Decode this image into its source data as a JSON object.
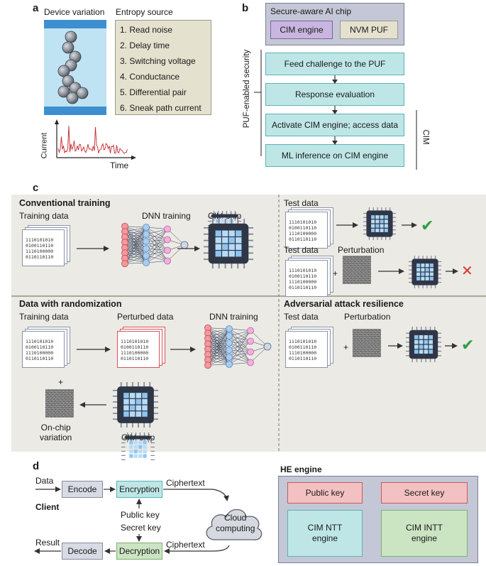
{
  "panel_a": {
    "label": "a",
    "device_title": "Device variation",
    "entropy_title": "Entropy source",
    "entropy_items": [
      "1. Read noise",
      "2. Delay time",
      "3. Switching voltage",
      "4. Conductance",
      "5. Differential pair",
      "6. Sneak path current"
    ],
    "plot_ylabel": "Current",
    "plot_xlabel": "Time"
  },
  "panel_b": {
    "label": "b",
    "chip_title": "Secure-aware AI chip",
    "cim_engine": "CIM engine",
    "nvm_puf": "NVM PUF",
    "side_label": "PUF-enabled security",
    "steps": [
      "Feed challenge to the PUF",
      "Response evaluation",
      "Activate CIM engine; access data",
      "ML inference on CIM engine"
    ],
    "cim_label": "CIM"
  },
  "panel_c": {
    "label": "c",
    "conv_title": "Conventional training",
    "training_data": "Training data",
    "dnn_training": "DNN training",
    "cim_chip": "CIM chip",
    "test_data": "Test data",
    "perturbation": "Perturbation",
    "rand_title": "Data with randomization",
    "perturbed_data": "Perturbed data",
    "adv_title": "Adversarial attack resilience",
    "plus": "+",
    "onchip_variation": "On-chip\nvariation",
    "bits": "1110101010\n0100110110\n1110100000\n0110110110",
    "check": "✔",
    "cross": "✕",
    "colors": {
      "check": "#2e9e44",
      "cross": "#d9342b"
    }
  },
  "panel_d": {
    "label": "d",
    "data": "Data",
    "encode": "Encode",
    "encryption": "Encryption",
    "ciphertext_top": "Ciphertext",
    "client": "Client",
    "public_key": "Public key",
    "secret_key": "Secret key",
    "cloud": "Cloud\ncomputing",
    "result": "Result",
    "decode": "Decode",
    "decryption": "Decryption",
    "ciphertext_bottom": "Ciphertext",
    "he_title": "HE engine",
    "he_public_key": "Public key",
    "he_secret_key": "Secret key",
    "cim_ntt": "CIM NTT\nengine",
    "cim_intt": "CIM INTT\nengine"
  }
}
